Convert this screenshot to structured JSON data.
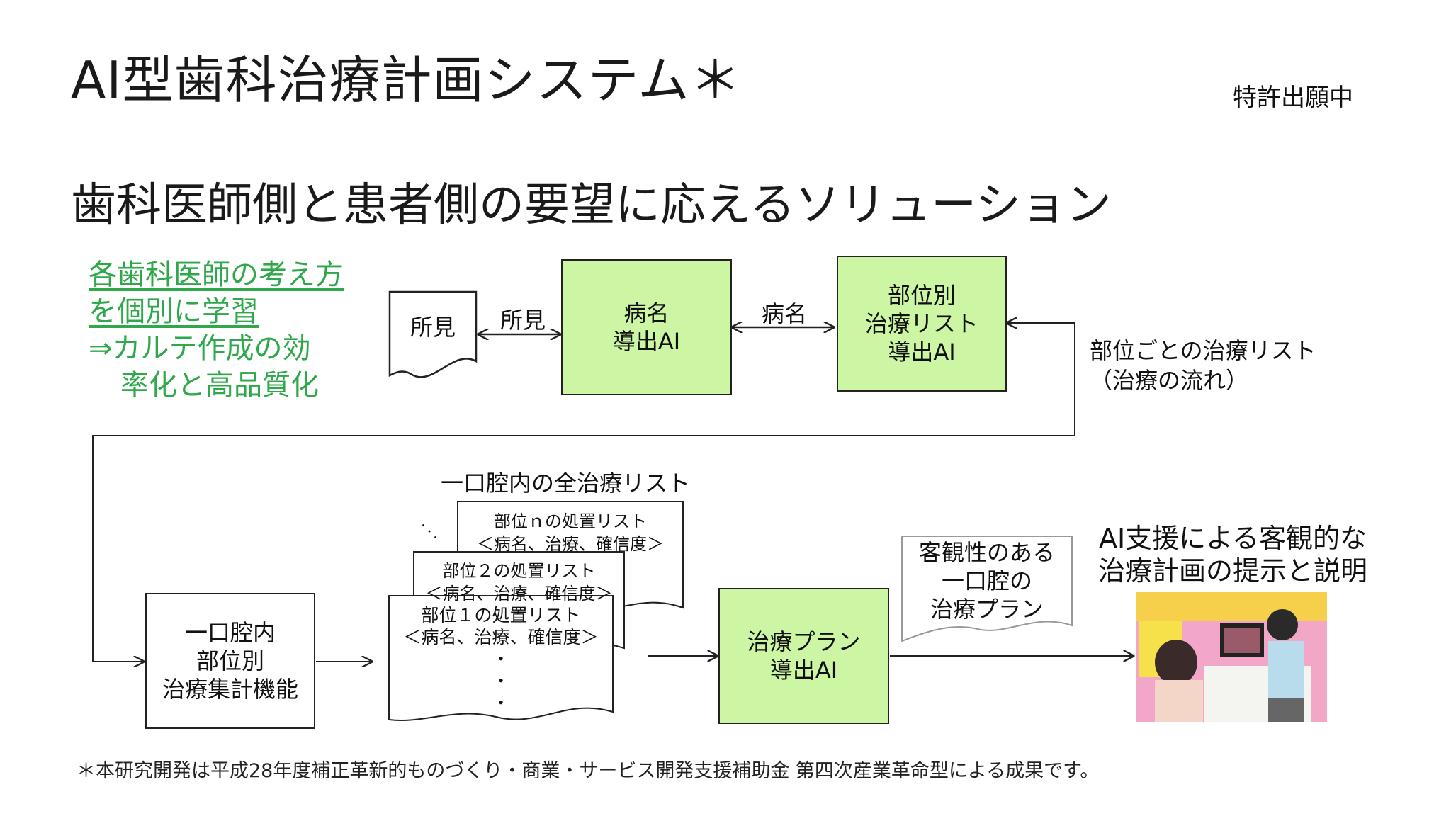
{
  "title": "AI型歯科治療計画システム＊",
  "patent": "特許出願中",
  "subtitle": "歯科医師側と患者側の要望に応えるソリューション",
  "green_text": {
    "line1": "各歯科医師の考え方",
    "line2": "を個別に学習",
    "line3": "⇒カルテ作成の効",
    "line4": "率化と高品質化"
  },
  "nodes": {
    "findings_doc": "所見",
    "findings_arrow_label": "所見",
    "disease_ai": "病名\n導出AI",
    "disease_arrow_label": "病名",
    "site_ai": "部位別\n治療リスト\n導出AI",
    "site_list_label": "部位ごとの治療リスト\n（治療の流れ）",
    "aggregate": "一口腔内\n部位別\n治療集計機能",
    "all_list_title": "一口腔内の全治療リスト",
    "doc_n": "部位ｎの処置リスト\n＜病名、治療、確信度＞",
    "doc_2": "部位２の処置リスト\n＜病名、治療、確信度＞",
    "doc_1": "部位１の処置リスト\n＜病名、治療、確信度＞\n・\n・\n・",
    "dots": "・\n・\n・",
    "plan_ai": "治療プラン\n導出AI",
    "objective_plan": "客観性のある\n一口腔の\n治療プラン",
    "ai_caption": "AI支援による客観的な\n治療計画の提示と説明"
  },
  "footnote": "＊本研究開発は平成28年度補正革新的ものづくり・商業・サービス開発支援補助金 第四次産業革命型による成果です。",
  "colors": {
    "green_box": "#ccf5a4",
    "green_text": "#2ea84a"
  }
}
